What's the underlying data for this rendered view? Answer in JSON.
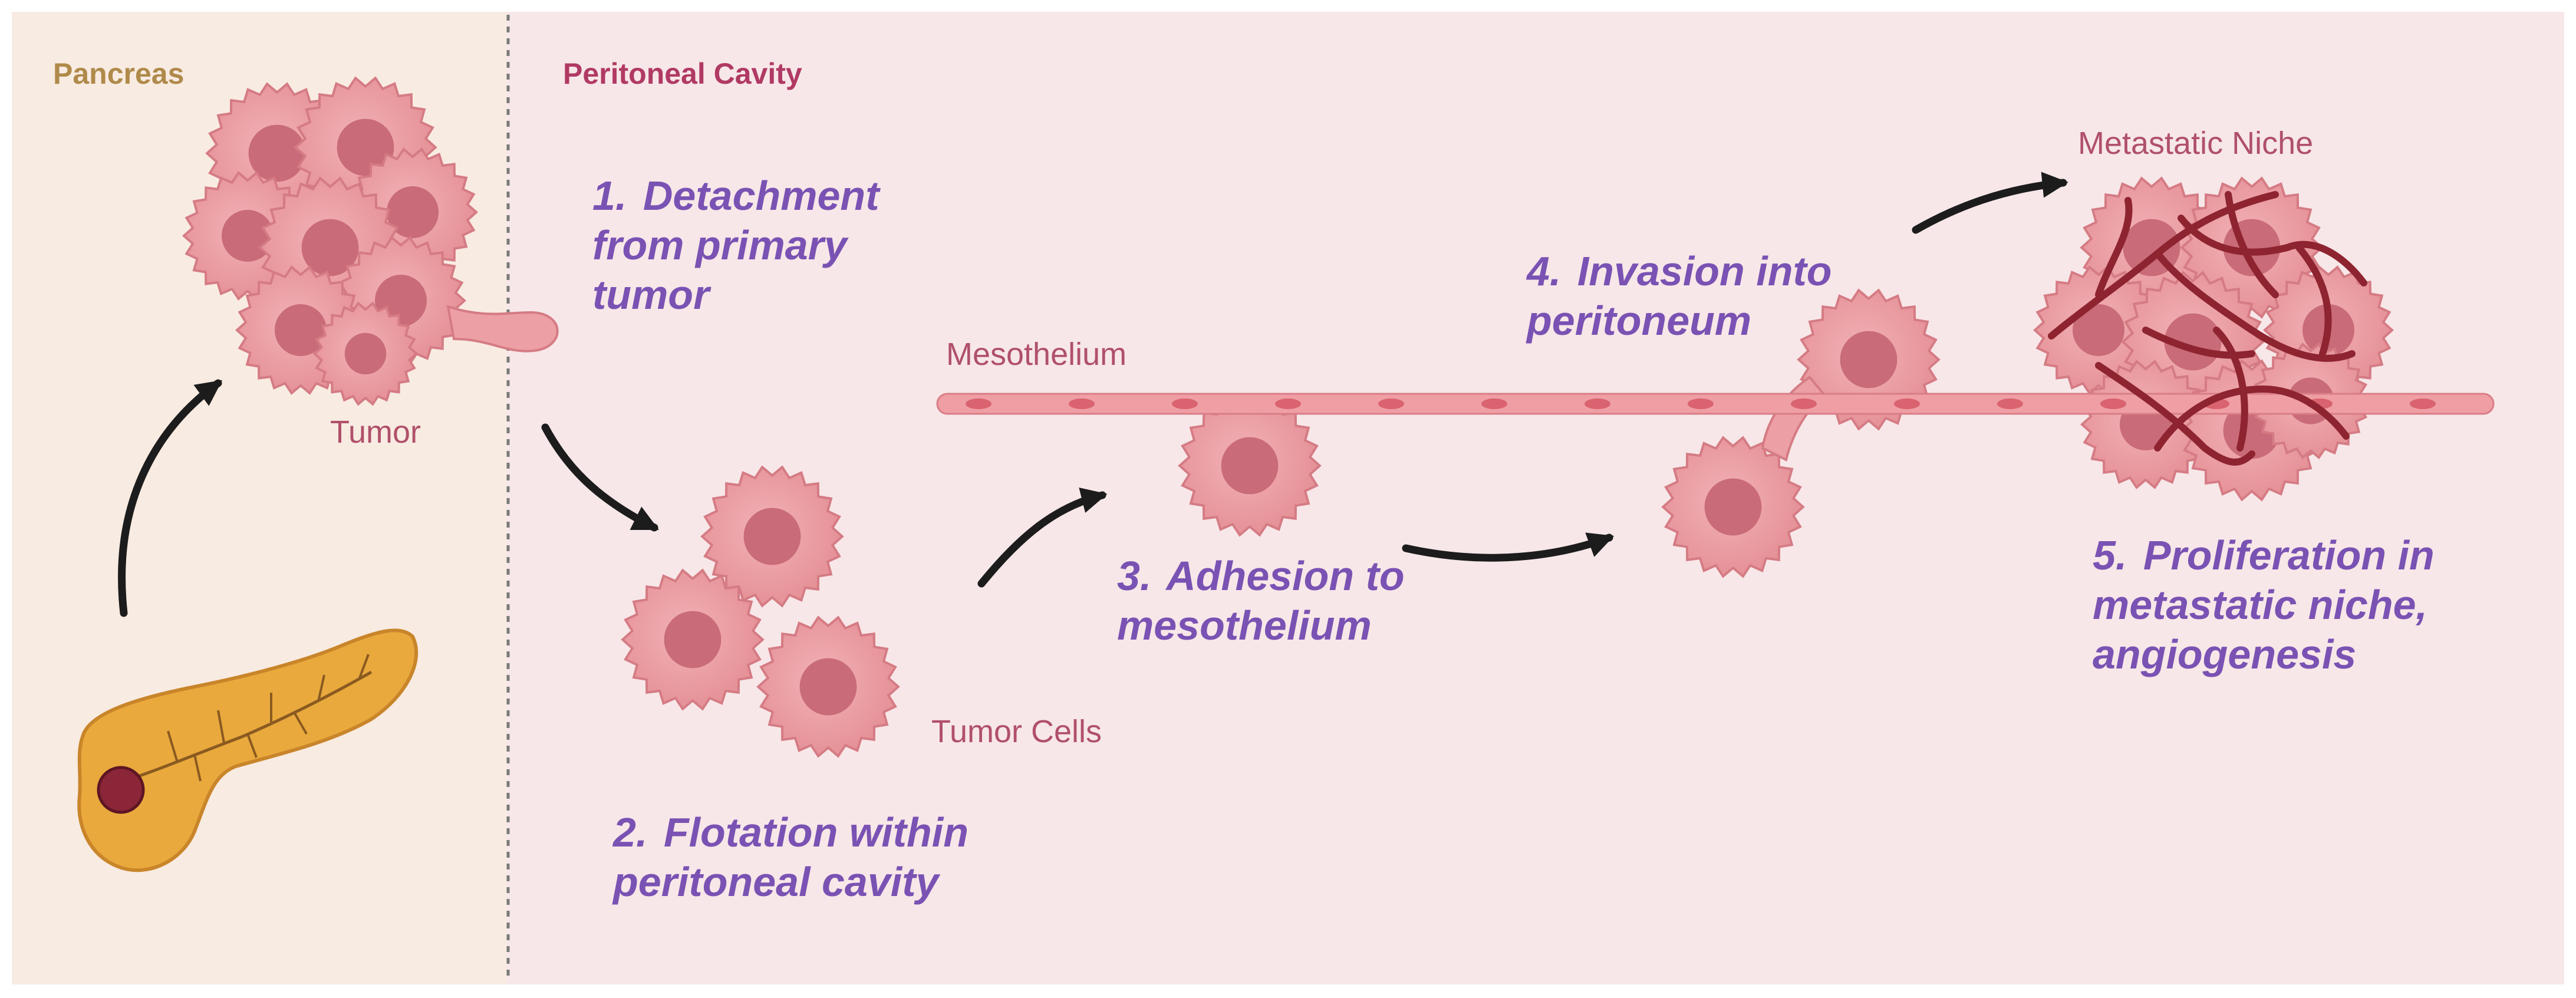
{
  "regions": {
    "pancreas": {
      "title": "Pancreas"
    },
    "peritoneal": {
      "title": "Peritoneal Cavity"
    }
  },
  "labels": {
    "tumor": "Tumor",
    "mesothelium": "Mesothelium",
    "tumor_cells": "Tumor Cells",
    "metastatic_niche": "Metastatic Niche"
  },
  "steps": [
    {
      "number": "1.",
      "text": "Detachment from primary tumor"
    },
    {
      "number": "2.",
      "text": "Flotation within peritoneal cavity"
    },
    {
      "number": "3.",
      "text": "Adhesion to mesothelium"
    },
    {
      "number": "4.",
      "text": "Invasion into peritoneum"
    },
    {
      "number": "5.",
      "text": "Proliferation in metastatic niche, angiogenesis"
    }
  ],
  "colors": {
    "pancreas_bg": "#f8ebe2",
    "peritoneal_bg": "#f7e7e8",
    "pancreas_title": "#b08a4a",
    "peritoneal_title": "#b03a64",
    "step_text": "#7a52b3",
    "label_text": "#b0506a",
    "cell_fill": "#ec9fa4",
    "nucleus_fill": "#c96b78",
    "vessel": "#8e2430",
    "pancreas_organ": "#e9a93c"
  }
}
